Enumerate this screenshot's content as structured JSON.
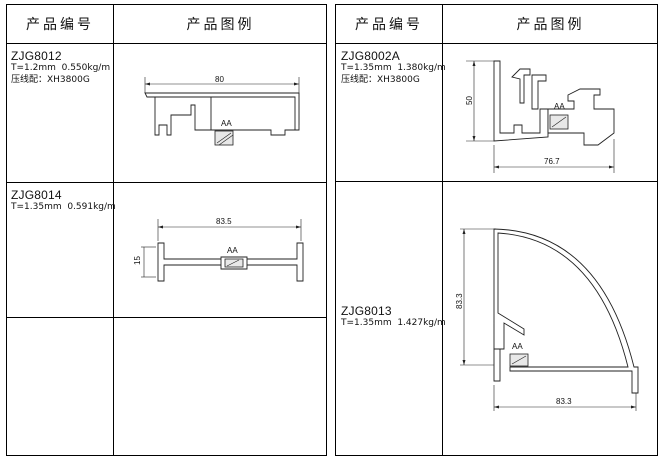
{
  "header": {
    "code_label": "产品编号",
    "image_label": "产品图例"
  },
  "left": [
    {
      "code": "ZJG8012",
      "spec1": "T=1.2mm  0.550kg/m",
      "spec2": "压线配：XH3800G",
      "dims": {
        "width": "80",
        "insert": "AA"
      }
    },
    {
      "code": "ZJG8014",
      "spec1": "T=1.35mm  0.591kg/m",
      "dims": {
        "width": "83.5",
        "height": "15",
        "insert": "AA"
      }
    }
  ],
  "right": [
    {
      "code": "ZJG8002A",
      "spec1": "T=1.35mm  1.380kg/m",
      "spec2": "压线配：XH3800G",
      "dims": {
        "width": "76.7",
        "height": "50",
        "insert": "AA"
      }
    },
    {
      "code": "ZJG8013",
      "spec1": "T=1.35mm  1.427kg/m",
      "dims": {
        "width": "83.3",
        "height": "83.3",
        "insert": "AA"
      }
    }
  ]
}
